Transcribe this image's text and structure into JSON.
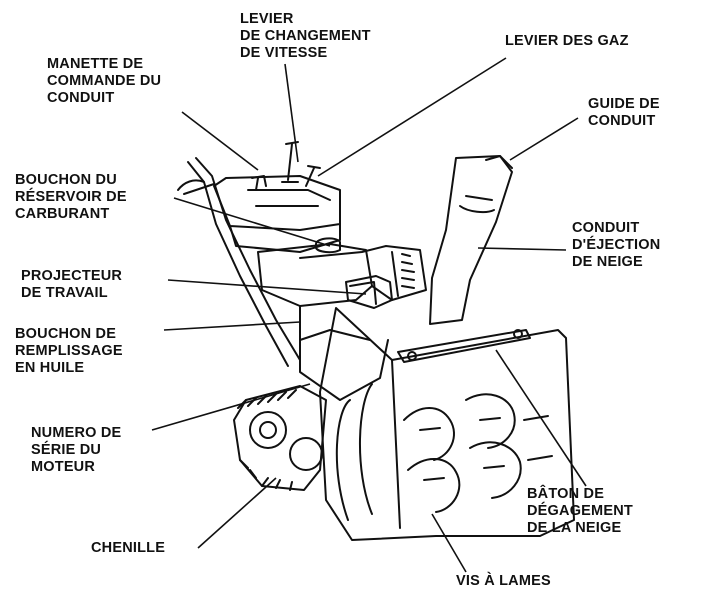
{
  "labels": {
    "levier_changement_vitesse": [
      "LEVIER",
      "DE CHANGEMENT",
      "DE VITESSE"
    ],
    "manette_commande_conduit": [
      "MANETTE DE",
      "COMMANDE DU",
      "CONDUIT"
    ],
    "levier_gaz": [
      "LEVIER DES GAZ"
    ],
    "guide_conduit": [
      "GUIDE DE",
      "CONDUIT"
    ],
    "bouchon_reservoir": [
      "BOUCHON DU",
      "RÉSERVOIR DE",
      "CARBURANT"
    ],
    "conduit_ejection": [
      "CONDUIT",
      "D'ÉJECTION",
      "DE NEIGE"
    ],
    "projecteur_travail": [
      "PROJECTEUR",
      "DE TRAVAIL"
    ],
    "bouchon_huile": [
      "BOUCHON DE",
      "REMPLISSAGE",
      "EN HUILE"
    ],
    "numero_serie": [
      "NUMERO DE",
      "SÉRIE DU",
      "MOTEUR"
    ],
    "baton_degagement": [
      "BÂTON DE",
      "DÉGAGEMENT",
      "DE LA NEIGE"
    ],
    "chenille": [
      "CHENILLE"
    ],
    "vis_lames": [
      "VIS À LAMES"
    ]
  },
  "colors": {
    "ink": "#111111",
    "background": "#ffffff"
  }
}
